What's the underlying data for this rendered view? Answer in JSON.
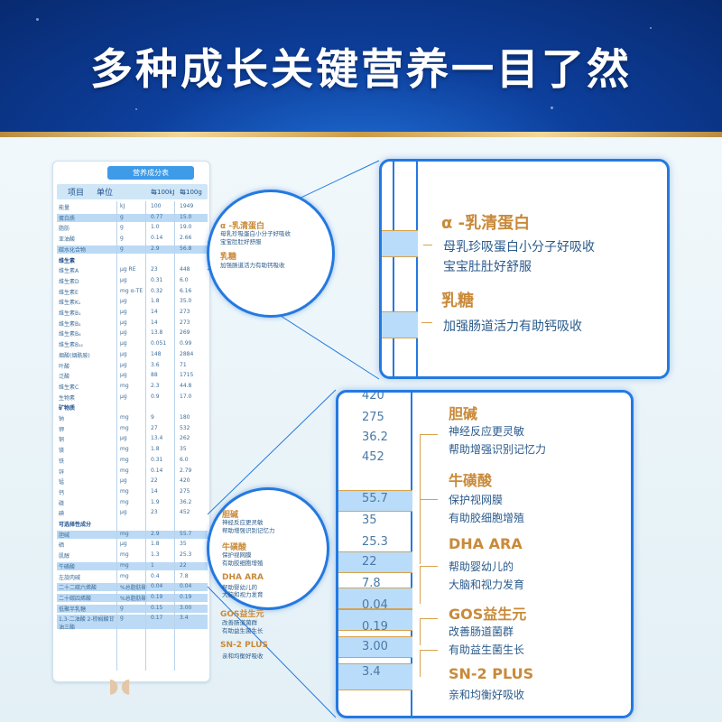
{
  "banner": {
    "title": "多种成长关键营养一目了然"
  },
  "table": {
    "title": "营养成分表",
    "headers": [
      "项目",
      "单位",
      "每100kJ",
      "每100g"
    ],
    "rows": [
      [
        "能量",
        "kJ",
        "100",
        "1949"
      ],
      [
        "蛋白质",
        "g",
        "0.77",
        "15.0"
      ],
      [
        "脂肪",
        "g",
        "1.0",
        "19.0"
      ],
      [
        "亚油酸",
        "g",
        "0.14",
        "2.66"
      ],
      [
        "碳水化合物",
        "g",
        "2.9",
        "56.8"
      ],
      [
        "维生素",
        "",
        "",
        ""
      ],
      [
        "维生素A",
        "μg RE",
        "23",
        "448"
      ],
      [
        "维生素D",
        "μg",
        "0.31",
        "6.0"
      ],
      [
        "维生素E",
        "mg α-TE",
        "0.32",
        "6.16"
      ],
      [
        "维生素K₁",
        "μg",
        "1.8",
        "35.0"
      ],
      [
        "维生素B₁",
        "μg",
        "14",
        "273"
      ],
      [
        "维生素B₂",
        "μg",
        "14",
        "273"
      ],
      [
        "维生素B₆",
        "μg",
        "13.8",
        "269"
      ],
      [
        "维生素B₁₂",
        "μg",
        "0.051",
        "0.99"
      ],
      [
        "烟酸(烟酰胺)",
        "μg",
        "148",
        "2884"
      ],
      [
        "叶酸",
        "μg",
        "3.6",
        "71"
      ],
      [
        "泛酸",
        "μg",
        "88",
        "1715"
      ],
      [
        "维生素C",
        "mg",
        "2.3",
        "44.8"
      ],
      [
        "生物素",
        "μg",
        "0.9",
        "17.0"
      ],
      [
        "矿物质",
        "",
        "",
        ""
      ],
      [
        "钠",
        "mg",
        "9",
        "180"
      ],
      [
        "钾",
        "mg",
        "27",
        "532"
      ],
      [
        "铜",
        "μg",
        "13.4",
        "262"
      ],
      [
        "镁",
        "mg",
        "1.8",
        "35"
      ],
      [
        "铁",
        "mg",
        "0.31",
        "6.0"
      ],
      [
        "锌",
        "mg",
        "0.14",
        "2.79"
      ],
      [
        "锰",
        "μg",
        "22",
        "420"
      ],
      [
        "钙",
        "mg",
        "14",
        "275"
      ],
      [
        "磷",
        "mg",
        "1.9",
        "36.2"
      ],
      [
        "碘",
        "μg",
        "23",
        "452"
      ],
      [
        "可选择性成分",
        "",
        "",
        ""
      ],
      [
        "胆碱",
        "mg",
        "2.9",
        "55.7"
      ],
      [
        "硒",
        "μg",
        "1.8",
        "35"
      ],
      [
        "肌醇",
        "mg",
        "1.3",
        "25.3"
      ],
      [
        "牛磺酸",
        "mg",
        "1",
        "22"
      ],
      [
        "左旋肉碱",
        "mg",
        "0.4",
        "7.8"
      ],
      [
        "二十二碳六烯酸",
        "%总脂肪酸",
        "0.04",
        "0.04"
      ],
      [
        "二十碳四烯酸",
        "%总脂肪酸",
        "0.19",
        "0.19"
      ],
      [
        "低聚半乳糖",
        "g",
        "0.15",
        "3.00"
      ],
      [
        "1,3-二油酸 2-棕榈酸甘油三酯",
        "g",
        "0.17",
        "3.4"
      ]
    ]
  },
  "mag_top": {
    "items": [
      {
        "title": "α -乳清蛋白",
        "desc": [
          "母乳珍吸蛋白小分子好吸收",
          "宝宝肚肚好舒服"
        ]
      },
      {
        "title": "乳糖",
        "desc": [
          "加强肠道活力有助钙吸收"
        ]
      }
    ]
  },
  "mag_bottom": {
    "items": [
      {
        "title": "胆碱",
        "desc": [
          "神经反应更灵敏",
          "帮助增强识别记忆力"
        ]
      },
      {
        "title": "牛磺酸",
        "desc": [
          "保护视网膜",
          "有助胶细胞增殖"
        ]
      },
      {
        "title": "DHA ARA",
        "desc": [
          "帮助婴幼儿的",
          "大脑和视力发育"
        ]
      },
      {
        "title": "GOS益生元",
        "desc": [
          "改善肠道菌群",
          "有助益生菌生长"
        ]
      },
      {
        "title": "SN-2 PLUS",
        "desc": [
          "亲和均衡好吸收"
        ]
      }
    ]
  },
  "zoom_top": {
    "items": [
      {
        "title": "α -乳清蛋白",
        "desc": [
          "母乳珍吸蛋白小分子好吸收",
          "宝宝肚肚好舒服"
        ]
      },
      {
        "title": "乳糖",
        "desc": [
          "加强肠道活力有助钙吸收"
        ]
      }
    ]
  },
  "zoom_bottom": {
    "values": [
      "420",
      "275",
      "36.2",
      "452",
      "55.7",
      "35",
      "25.3",
      "22",
      "7.8",
      "0.04",
      "0.19",
      "3.00",
      "3.4"
    ],
    "items": [
      {
        "title": "胆碱",
        "desc": [
          "神经反应更灵敏",
          "帮助增强识别记忆力"
        ]
      },
      {
        "title": "牛磺酸",
        "desc": [
          "保护视网膜",
          "有助胶细胞增殖"
        ]
      },
      {
        "title": "DHA ARA",
        "desc": [
          "帮助婴幼儿的",
          "大脑和视力发育"
        ]
      },
      {
        "title": "GOS益生元",
        "desc": [
          "改善肠道菌群",
          "有助益生菌生长"
        ]
      },
      {
        "title": "SN-2 PLUS",
        "desc": [
          "亲和均衡好吸收"
        ]
      }
    ]
  },
  "colors": {
    "brand_blue": "#2479e0",
    "gold": "#d7a24c",
    "title_gold": "#c98a3a",
    "text_blue": "#2b5b8c"
  }
}
